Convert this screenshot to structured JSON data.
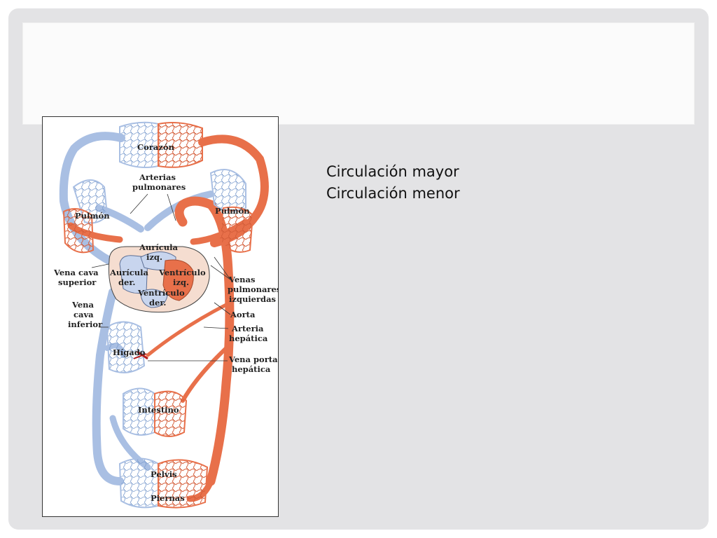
{
  "slide": {
    "bullets": [
      "Circulación mayor",
      "Circulación menor"
    ]
  },
  "diagram": {
    "labels": {
      "corazon": "Corazón",
      "arterias": "Arterias",
      "pulmonares": "pulmonares",
      "pulmon_izq": "Pulmón",
      "pulmon_der": "Pulmón",
      "auricula_izq_1": "Aurícula",
      "auricula_izq_2": "izq.",
      "ventriculo_izq_1": "Ventrículo",
      "ventriculo_izq_2": "izq.",
      "auricula_der_1": "Aurícula",
      "auricula_der_2": "der.",
      "ventriculo_der_1": "Ventrículo",
      "ventriculo_der_2": "der.",
      "vena_cava_sup_1": "Vena cava",
      "vena_cava_sup_2": "superior",
      "vena_cava_inf_1": "Vena",
      "vena_cava_inf_2": "cava",
      "vena_cava_inf_3": "inferior",
      "venas_pulm_1": "Venas",
      "venas_pulm_2": "pulmonares",
      "venas_pulm_3": "izquierdas",
      "aorta": "Aorta",
      "arteria_hep_1": "Arteria",
      "arteria_hep_2": "hepática",
      "higado": "Hígado",
      "vena_porta_1": "Vena porta",
      "vena_porta_2": "hepática",
      "intestino": "Intestino",
      "pelvis": "Pelvis",
      "piernas": "Piernas"
    },
    "colors": {
      "vein": "#a9bfe3",
      "vein_dark": "#7f9fcf",
      "artery": "#e8704a",
      "artery_dark": "#c9532f",
      "heart_bg": "#f5ddd0"
    }
  }
}
